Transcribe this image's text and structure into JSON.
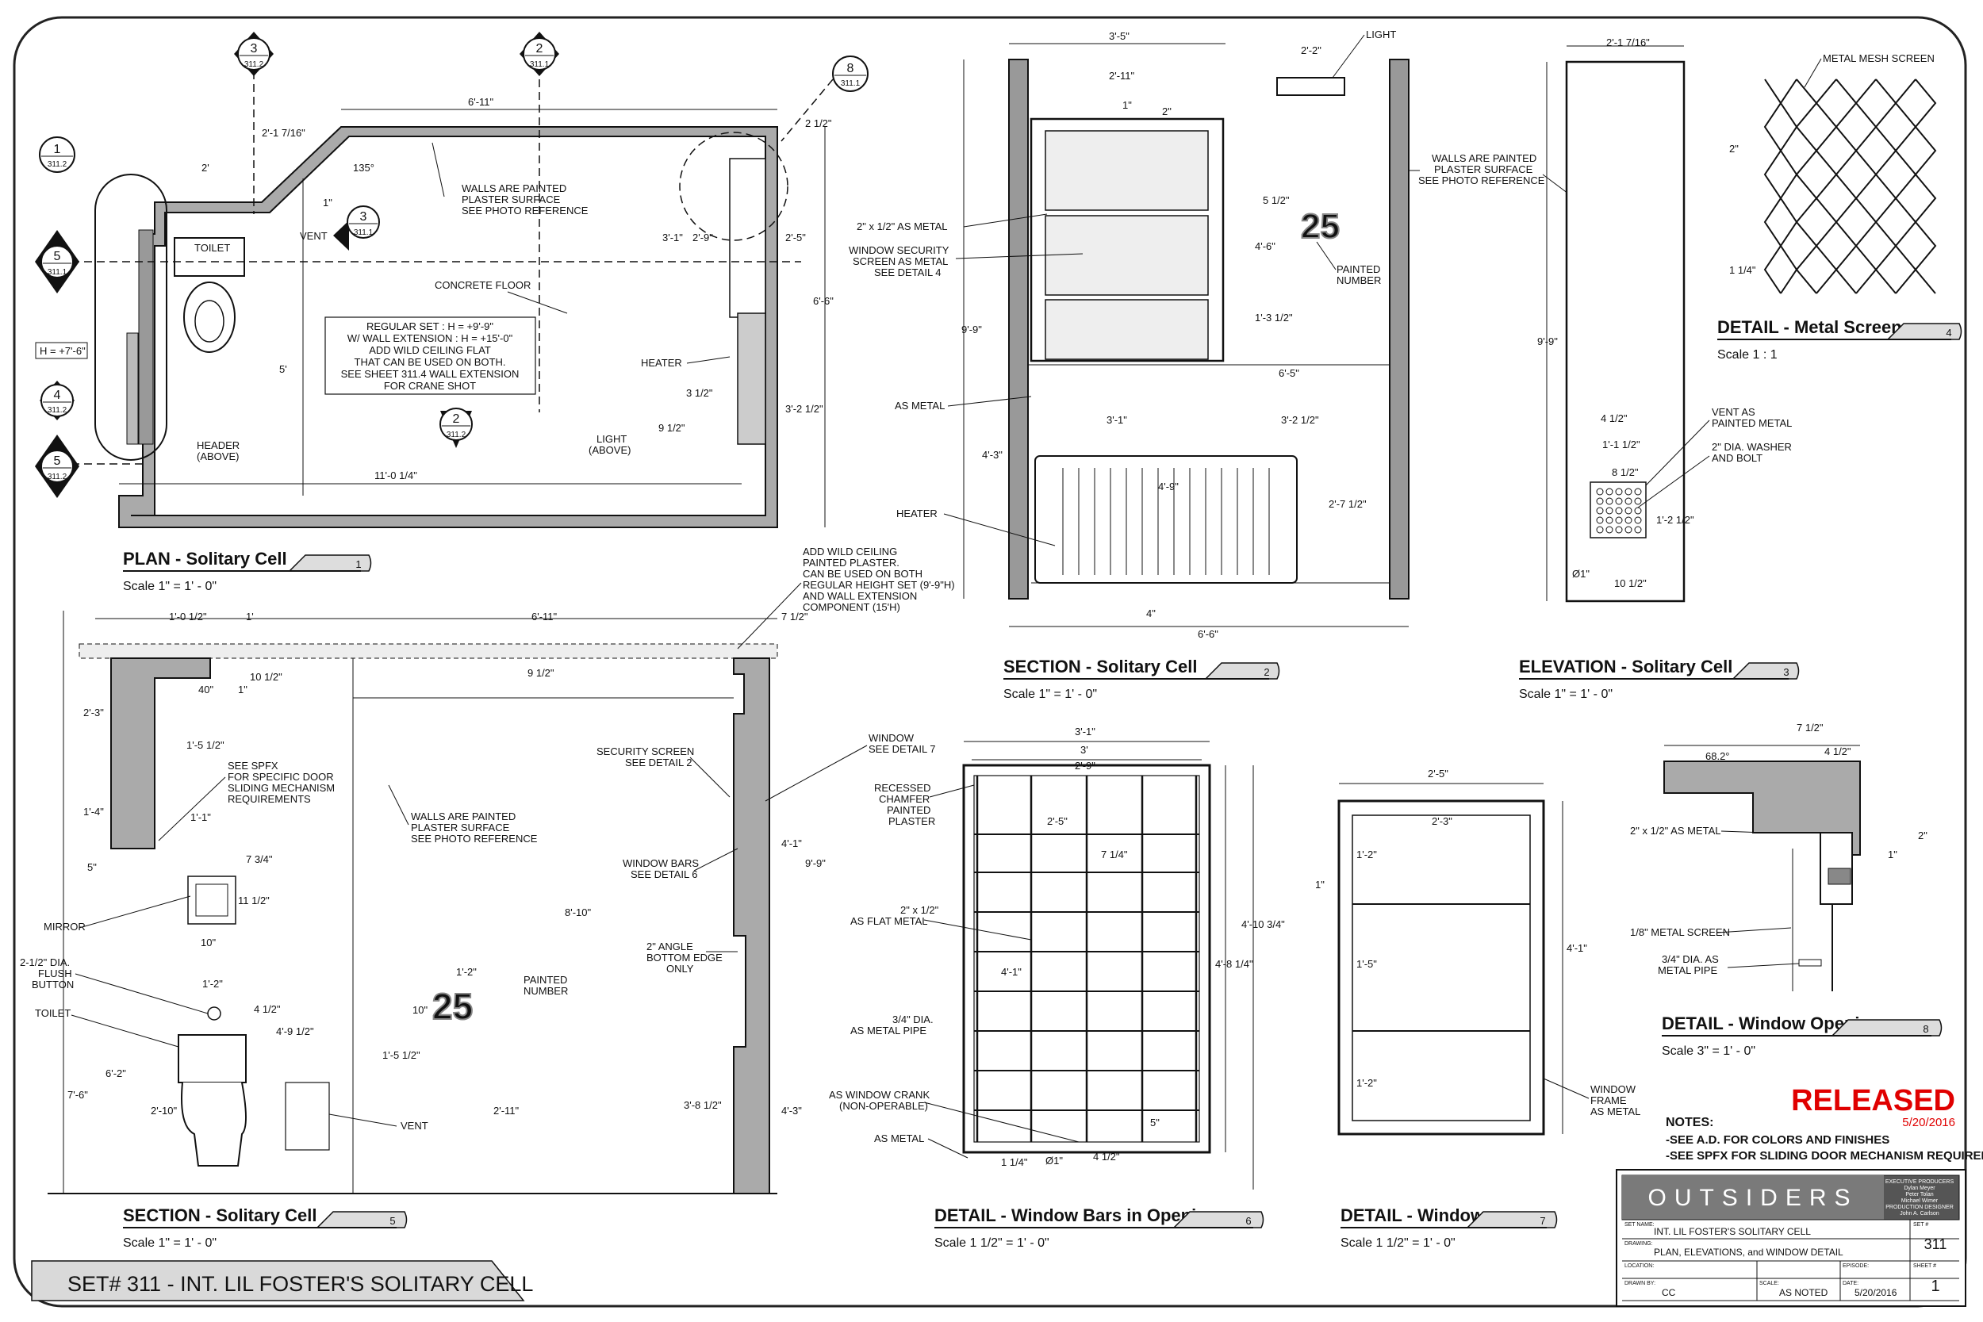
{
  "sheet_title": "SET# 311 - INT. LIL FOSTER'S SOLITARY CELL",
  "views": {
    "plan": {
      "title": "PLAN - Solitary Cell",
      "scale": "Scale 1\" = 1' - 0\"",
      "number": "1"
    },
    "section_2": {
      "title": "SECTION - Solitary Cell",
      "scale": "Scale 1\" = 1' - 0\"",
      "number": "2"
    },
    "elevation_3": {
      "title": "ELEVATION - Solitary Cell",
      "scale": "Scale 1\" = 1' - 0\"",
      "number": "3"
    },
    "detail_4": {
      "title": "DETAIL - Metal Screen",
      "scale": "Scale 1 : 1",
      "number": "4"
    },
    "section_5": {
      "title": "SECTION - Solitary Cell",
      "scale": "Scale 1\" = 1' - 0\"",
      "number": "5"
    },
    "detail_6": {
      "title": "DETAIL - Window Bars in Opening",
      "scale": "Scale 1 1/2\" = 1' - 0\"",
      "number": "6"
    },
    "detail_7": {
      "title": "DETAIL - Window",
      "scale": "Scale 1 1/2\" = 1' - 0\"",
      "number": "7"
    },
    "detail_8": {
      "title": "DETAIL - Window Opening",
      "scale": "Scale 3\" = 1' - 0\"",
      "number": "8"
    }
  },
  "plan_notes": {
    "walls": [
      "WALLS ARE PAINTED",
      "PLASTER SURFACE",
      "SEE PHOTO REFERENCE"
    ],
    "concrete_floor": "CONCRETE FLOOR",
    "vent": "VENT",
    "toilet": "TOILET",
    "heater": "HEATER",
    "light": [
      "LIGHT",
      "(ABOVE)"
    ],
    "header": [
      "HEADER",
      "(ABOVE)"
    ],
    "height": "H = +7'-6\"",
    "set_box": [
      "REGULAR SET : H = +9'-9\"",
      "W/ WALL EXTENSION : H = +15'-0\"",
      "ADD WILD CEILING FLAT",
      "THAT CAN BE USED ON BOTH.",
      "SEE SHEET 311.4 WALL EXTENSION",
      "FOR CRANE SHOT"
    ]
  },
  "plan_dims": [
    "6'-11\"",
    "2'-1 7/16\"",
    "2'",
    "135°",
    "1\"",
    "5'",
    "11'-0 1/4\"",
    "3'-1\"",
    "2'-9\"",
    "2'-5\"",
    "6'-6\"",
    "2 1/2\"",
    "3'-2 1/2\"",
    "3 1/2\"",
    "9 1/2\""
  ],
  "callouts": [
    {
      "num": "3",
      "sheet": "311.2"
    },
    {
      "num": "2",
      "sheet": "311.1"
    },
    {
      "num": "8",
      "sheet": "311.1"
    },
    {
      "num": "1",
      "sheet": "311.2"
    },
    {
      "num": "5",
      "sheet": "311.1"
    },
    {
      "num": "3",
      "sheet": "311.1"
    },
    {
      "num": "4",
      "sheet": "311.2"
    },
    {
      "num": "5",
      "sheet": "311.2"
    },
    {
      "num": "2",
      "sheet": "311.2"
    }
  ],
  "section2_notes": {
    "light": "LIGHT",
    "metal_2x": "2\" x 1/2\" AS METAL",
    "screen": [
      "WINDOW SECURITY",
      "SCREEN AS METAL",
      "SEE DETAIL 4"
    ],
    "painted_number": [
      "PAINTED",
      "NUMBER"
    ],
    "as_metal": "AS METAL",
    "heater": "HEATER",
    "walls": [
      "WALLS ARE PAINTED",
      "PLASTER SURFACE",
      "SEE PHOTO REFERENCE"
    ],
    "number": "25"
  },
  "section2_dims": [
    "3'-5\"",
    "2'-11\"",
    "2'-2\"",
    "1\"",
    "2\"",
    "9'-9\"",
    "4'-6\"",
    "6'-5\"",
    "4'-3\"",
    "3'-1\"",
    "3'-2 1/2\"",
    "2'-7 1/2\"",
    "4'-9\"",
    "4\"",
    "6'-6\"",
    "1'-3 1/2\"",
    "5 1/2\""
  ],
  "elevation3_notes": {
    "vent": [
      "VENT AS",
      "PAINTED METAL"
    ],
    "washer": [
      "2\" DIA. WASHER",
      "AND BOLT"
    ],
    "dims": [
      "2'-1 7/16\"",
      "9'-9\"",
      "4 1/2\"",
      "1'-1 1/2\"",
      "8 1/2\"",
      "1'-2 1/2\"",
      "Ø1\"",
      "10 1/2\""
    ]
  },
  "detail4_notes": {
    "mesh": "METAL MESH SCREEN",
    "dims": [
      "2\"",
      "1 1/4\""
    ]
  },
  "section5_notes": {
    "ceiling": [
      "ADD WILD CEILING",
      "PAINTED PLASTER.",
      "CAN BE USED ON BOTH",
      "REGULAR HEIGHT SET (9'-9\"H)",
      "AND WALL EXTENSION",
      "COMPONENT (15'H)"
    ],
    "spfx": [
      "SEE SPFX",
      "FOR SPECIFIC DOOR",
      "SLIDING MECHANISM",
      "REQUIREMENTS"
    ],
    "walls": [
      "WALLS ARE PAINTED",
      "PLASTER SURFACE",
      "SEE PHOTO REFERENCE"
    ],
    "screen": [
      "SECURITY SCREEN",
      "SEE DETAIL 2"
    ],
    "window": [
      "WINDOW",
      "SEE DETAIL 7"
    ],
    "bars": [
      "WINDOW BARS",
      "SEE DETAIL 6"
    ],
    "angle": [
      "2\" ANGLE",
      "BOTTOM EDGE",
      "ONLY"
    ],
    "mirror": "MIRROR",
    "flush": [
      "2-1/2\" DIA.",
      "FLUSH",
      "BUTTON"
    ],
    "toilet": "TOILET",
    "vent": "VENT",
    "painted_number": [
      "PAINTED",
      "NUMBER"
    ],
    "number": "25"
  },
  "section5_dims": [
    "1'-0 1/2\"",
    "1'",
    "6'-11\"",
    "7 1/2\"",
    "40\"",
    "10 1/2\"",
    "1\"",
    "2'-3\"",
    "1'-5 1/2\"",
    "1'-4\"",
    "1'-1\"",
    "5\"",
    "7 3/4\"",
    "11 1/2\"",
    "10\"",
    "1'-2\"",
    "4 1/2\"",
    "4'-9 1/2\"",
    "6'-2\"",
    "7'-6\"",
    "2'-10\"",
    "8'-10\"",
    "1'-2\"",
    "10\"",
    "1'-5 1/2\"",
    "2'-11\"",
    "3'-8 1/2\"",
    "4'-1\"",
    "9'-9\"",
    "4'-3\"",
    "9 1/2\""
  ],
  "detail6_notes": {
    "chamfer": [
      "RECESSED",
      "CHAMFER",
      "PAINTED",
      "PLASTER"
    ],
    "flat": [
      "2\" x 1/2\"",
      "AS FLAT METAL"
    ],
    "pipe": [
      "3/4\" DIA.",
      "AS METAL PIPE"
    ],
    "crank": [
      "AS WINDOW CRANK",
      "(NON-OPERABLE)"
    ],
    "as_metal": "AS METAL",
    "dims": [
      "3'-1\"",
      "3'",
      "2'-9\"",
      "2'-5\"",
      "7 1/4\"",
      "4'-1\"",
      "4'-10 3/4\"",
      "4'-8 1/4\"",
      "5\"",
      "Ø1\"",
      "4 1/2\"",
      "1 1/4\""
    ]
  },
  "detail7_notes": {
    "frame": [
      "WINDOW",
      "FRAME",
      "AS METAL"
    ],
    "dims": [
      "2'-5\"",
      "2'-3\"",
      "1'-2\"",
      "1'-5\"",
      "1'-2\"",
      "4'-1\"",
      "1\""
    ]
  },
  "detail8_notes": {
    "flat": "2\" x 1/2\" AS METAL",
    "screen": "1/8\" METAL SCREEN",
    "pipe": [
      "3/4\" DIA. AS",
      "METAL PIPE"
    ],
    "dims": [
      "7 1/2\"",
      "4 1/2\"",
      "68.2°",
      "2\"",
      "1\""
    ]
  },
  "release": {
    "stamp": "RELEASED",
    "date": "5/20/2016"
  },
  "notes": [
    "NOTES:",
    "-SEE A.D. FOR COLORS AND FINISHES",
    "-SEE SPFX FOR SLIDING DOOR MECHANISM REQUIREMENTS"
  ],
  "title_block": {
    "logo": "OUTSIDERS",
    "credits": [
      "EXECUTIVE PRODUCERS",
      "Dylan Meyer",
      "Peter Tolan",
      "Michael Wimer",
      "PRODUCTION DESIGNER",
      "John A. Carlson"
    ],
    "set_name_label": "SET NAME:",
    "set_name": "INT. LIL FOSTER'S SOLITARY CELL",
    "drawing_label": "DRAWING:",
    "drawing": "PLAN, ELEVATIONS, and WINDOW DETAIL",
    "location_label": "LOCATION:",
    "episode_label": "EPISODE:",
    "drawn_by_label": "DRAWN BY:",
    "drawn_by": "CC",
    "scale_label": "SCALE:",
    "scale": "AS NOTED",
    "date_label": "DATE:",
    "date": "5/20/2016",
    "set_no_label": "SET #",
    "set_no": "311",
    "sheet_label": "SHEET #",
    "sheet_no": "1"
  }
}
